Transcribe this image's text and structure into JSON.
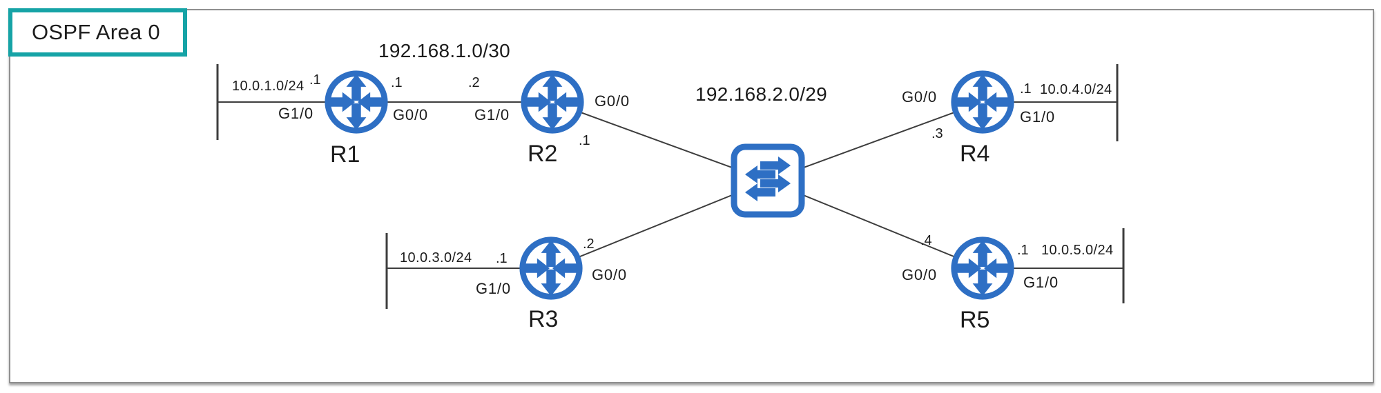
{
  "area": {
    "label": "OSPF Area 0"
  },
  "colors": {
    "blue": "#2e6fc4",
    "teal": "#16a3a6",
    "line": "#3d3d3d",
    "frame": "#8f8f8f",
    "text": "#1c1c1c"
  },
  "icons": {
    "router": "cisco-router-icon",
    "switch": "cisco-switch-icon"
  },
  "networks": {
    "link_r1_r2": "192.168.1.0/30",
    "core": "192.168.2.0/29"
  },
  "routers": [
    {
      "name": "R1",
      "left": {
        "network": "10.0.1.0/24",
        "host": ".1",
        "iface": "G1/0"
      },
      "right": {
        "host": ".1",
        "iface": "G0/0"
      }
    },
    {
      "name": "R2",
      "left": {
        "host": ".2",
        "iface": "G1/0"
      },
      "right": {
        "iface": "G0/0",
        "host": ".1"
      }
    },
    {
      "name": "R3",
      "left": {
        "network": "10.0.3.0/24",
        "host": ".1",
        "iface": "G1/0"
      },
      "right": {
        "host": ".2",
        "iface": "G0/0"
      }
    },
    {
      "name": "R4",
      "left": {
        "iface": "G0/0",
        "host": ".3"
      },
      "right": {
        "host": ".1",
        "network": "10.0.4.0/24",
        "iface": "G1/0"
      }
    },
    {
      "name": "R5",
      "left": {
        "host": ".4",
        "iface": "G0/0"
      },
      "right": {
        "host": ".1",
        "network": "10.0.5.0/24",
        "iface": "G1/0"
      }
    }
  ]
}
